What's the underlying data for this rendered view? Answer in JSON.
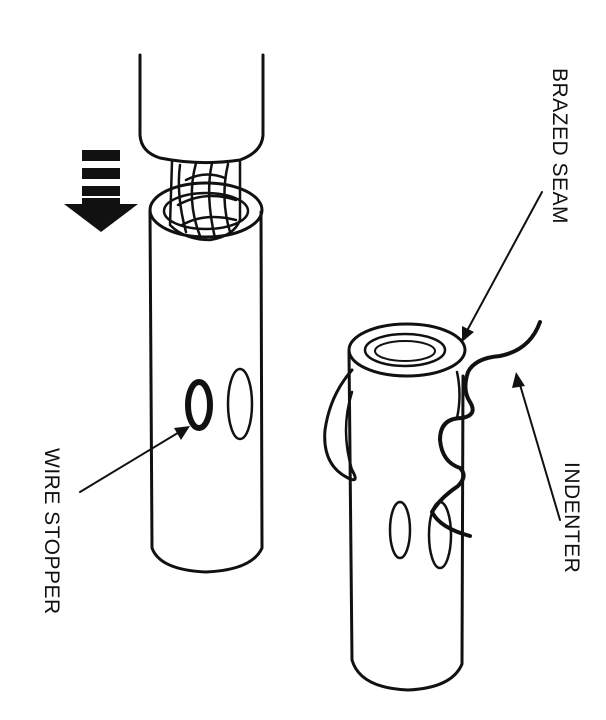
{
  "labels": {
    "brazed_seam": "BRAZED SEAM",
    "wire_stopper": "WIRE STOPPER",
    "indenter": "INDENTER"
  },
  "colors": {
    "ink": "#111111",
    "background": "#ffffff"
  }
}
